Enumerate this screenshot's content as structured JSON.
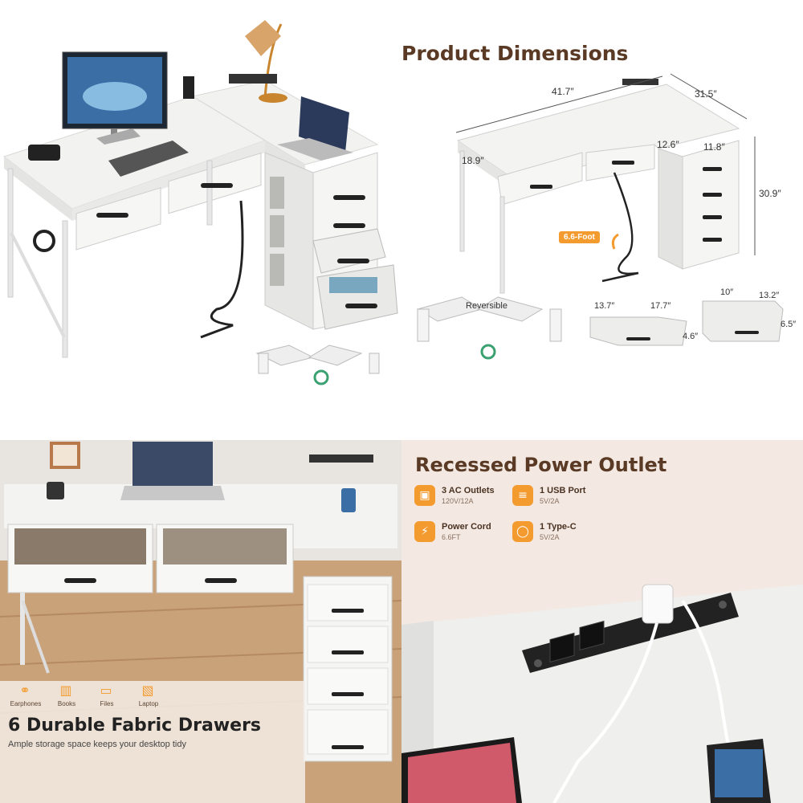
{
  "panel_dimensions": {
    "title": "Product Dimensions",
    "labels": {
      "width": "41.7″",
      "depth_side": "31.5″",
      "desk_depth": "18.9″",
      "return_width": "12.6″",
      "cabinet_width": "11.8″",
      "height": "30.9″",
      "cord": "6.6-Foot",
      "reversible": "Reversible",
      "big_drawer_w": "13.7″",
      "big_drawer_d": "17.7″",
      "big_drawer_h": "4.6″",
      "small_drawer_w": "10″",
      "small_drawer_d": "13.2″",
      "small_drawer_h": "6.5″"
    }
  },
  "panel_drawers": {
    "title": "6 Durable Fabric Drawers",
    "subtitle": "Ample storage space keeps your desktop tidy",
    "categories": [
      {
        "label": "Earphones",
        "icon": "headphones-icon"
      },
      {
        "label": "Books",
        "icon": "books-icon"
      },
      {
        "label": "Files",
        "icon": "folder-icon"
      },
      {
        "label": "Laptop",
        "icon": "laptop-icon"
      }
    ]
  },
  "panel_power": {
    "title": "Recessed Power Outlet",
    "features": [
      {
        "title": "3 AC Outlets",
        "sub": "120V/12A",
        "icon": "outlet-icon"
      },
      {
        "title": "1 USB Port",
        "sub": "5V/2A",
        "icon": "usb-icon"
      },
      {
        "title": "Power Cord",
        "sub": "6.6FT",
        "icon": "plug-icon"
      },
      {
        "title": "1 Type-C",
        "sub": "5V/2A",
        "icon": "type-c-icon"
      }
    ]
  },
  "colors": {
    "accent": "#f39b2f",
    "heading_brown": "#5a3a24",
    "desk_white": "#f4f4f2"
  }
}
